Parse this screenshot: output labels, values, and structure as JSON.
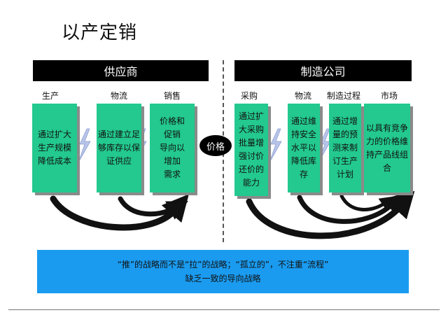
{
  "title": "以产定销",
  "left_section": {
    "header": "供应商",
    "columns": [
      {
        "label": "生产",
        "lines": [
          "通过扩大",
          "生产规模",
          "降低成本"
        ]
      },
      {
        "label": "物流",
        "lines": [
          "通过建立足",
          "够库存以保",
          "证供应"
        ]
      },
      {
        "label": "销售",
        "lines": [
          "价格和",
          "促销",
          "导向以",
          "增加",
          "需求"
        ]
      }
    ]
  },
  "center_label": "价格",
  "right_section": {
    "header": "制造公司",
    "columns": [
      {
        "label": "采购",
        "lines": [
          "通过扩",
          "大采购",
          "批量增",
          "强讨价",
          "还价的",
          "能力"
        ]
      },
      {
        "label": "物流",
        "lines": [
          "通过维",
          "持安全",
          "水平以",
          "降低库",
          "存"
        ]
      },
      {
        "label": "制造过程",
        "lines": [
          "通过增",
          "量的预",
          "测来制",
          "订生产",
          "计划"
        ]
      },
      {
        "label": "市场",
        "lines": [
          "以具有竞争",
          "力的价格维",
          "持产品线组",
          "合"
        ]
      }
    ]
  },
  "summary": {
    "line1": "“推”的战略而不是“拉”的战略；“孤立的”，不注重“流程”",
    "line2": "缺乏一致的导向战略"
  },
  "colors": {
    "box_green": "#23c98f",
    "banner_blue": "#1a9bf0",
    "header_black": "#000000",
    "lightning": "#b8c4e8"
  },
  "icons": [
    "lightning-icon",
    "curved-arrow-icon"
  ]
}
